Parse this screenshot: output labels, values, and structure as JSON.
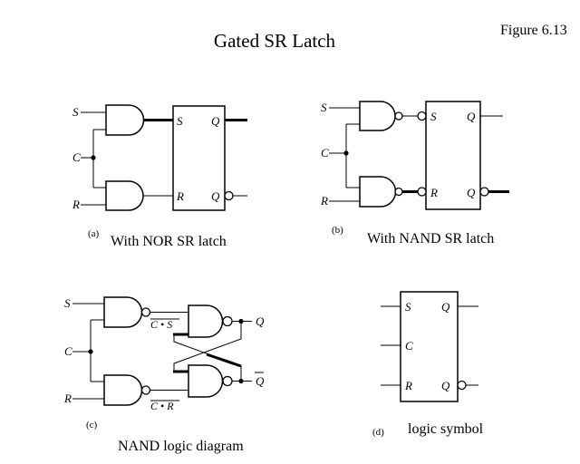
{
  "page": {
    "title": "Gated SR Latch",
    "figure_label": "Figure 6.13",
    "ink": "#000000",
    "paper": "#ffffff"
  },
  "panels": {
    "a": {
      "tag": "(a)",
      "caption": "With NOR SR latch",
      "in_s": "S",
      "in_c": "C",
      "in_r": "R",
      "box_s": "S",
      "box_r": "R",
      "box_q": "Q",
      "box_qb": "Q"
    },
    "b": {
      "tag": "(b)",
      "caption": "With NAND SR latch",
      "in_s": "S",
      "in_c": "C",
      "in_r": "R",
      "box_s": "S",
      "box_r": "R",
      "box_q": "Q",
      "box_qb": "Q"
    },
    "c": {
      "tag": "(c)",
      "caption": "NAND logic diagram",
      "in_s": "S",
      "in_c": "C",
      "in_r": "R",
      "net_cs": "C • S",
      "net_cr": "C • R",
      "out_q": "Q",
      "out_qb": "Q"
    },
    "d": {
      "tag": "(d)",
      "caption": "logic symbol",
      "box_s": "S",
      "box_c": "C",
      "box_r": "R",
      "box_q": "Q",
      "box_qb": "Q"
    }
  }
}
